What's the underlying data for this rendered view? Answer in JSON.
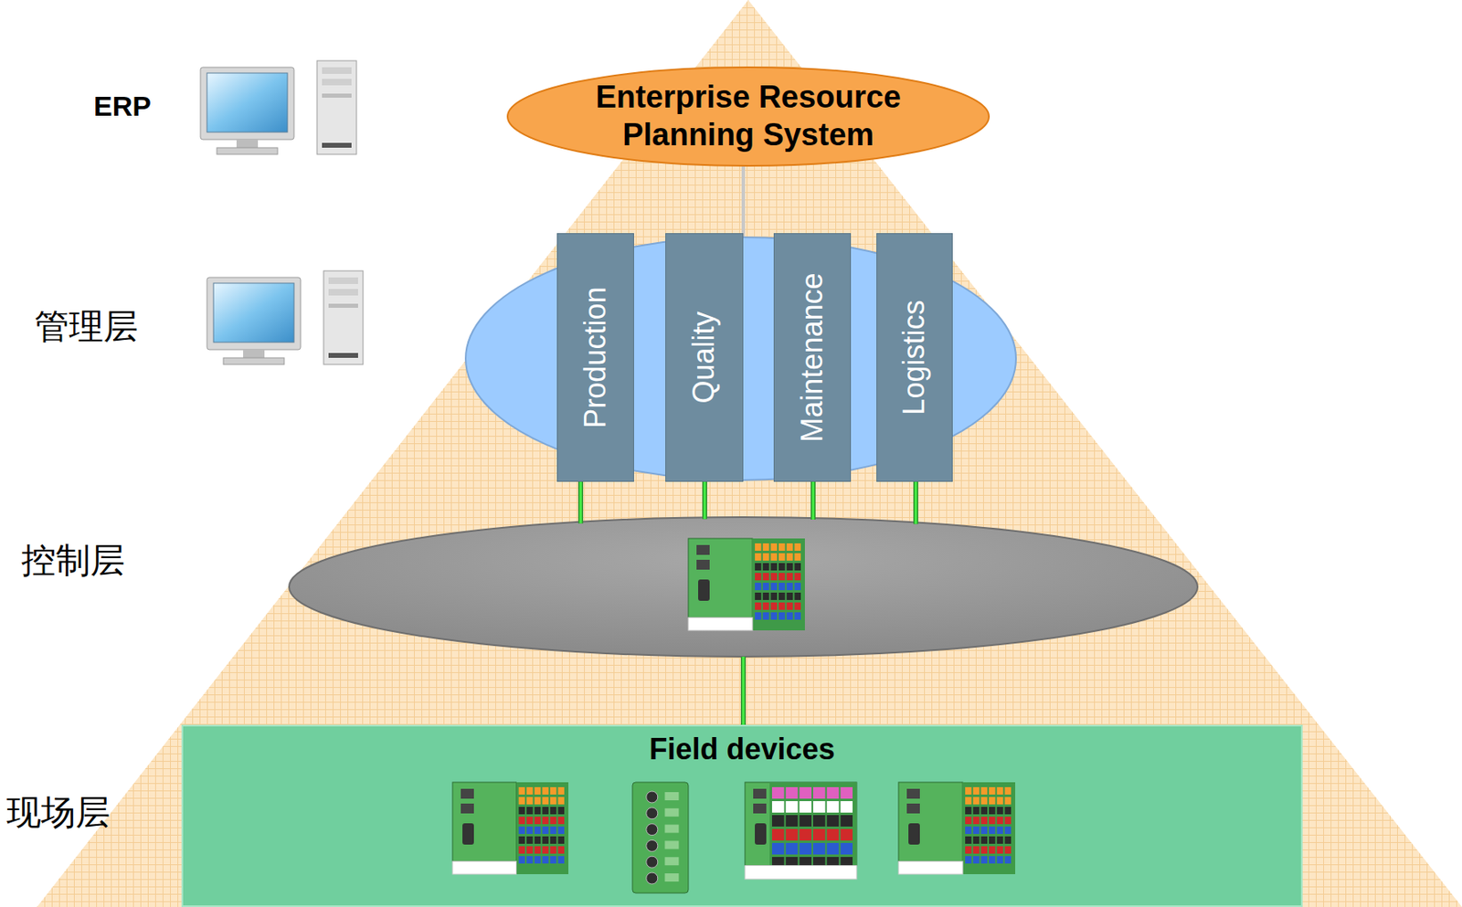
{
  "diagram": {
    "nodes": [
      {
        "text": [
          "Enterprise Resource Planning System"
        ]
      },
      {
        "text": [
          "Production"
        ]
      },
      {
        "text": [
          "Quality"
        ]
      },
      {
        "text": [
          "Maintenance"
        ]
      },
      {
        "text": [
          "Logistics"
        ]
      },
      {
        "text": [
          "Field devices"
        ]
      }
    ],
    "labels": [
      "ERP",
      "管理层",
      "控制层",
      "现场层"
    ]
  }
}
